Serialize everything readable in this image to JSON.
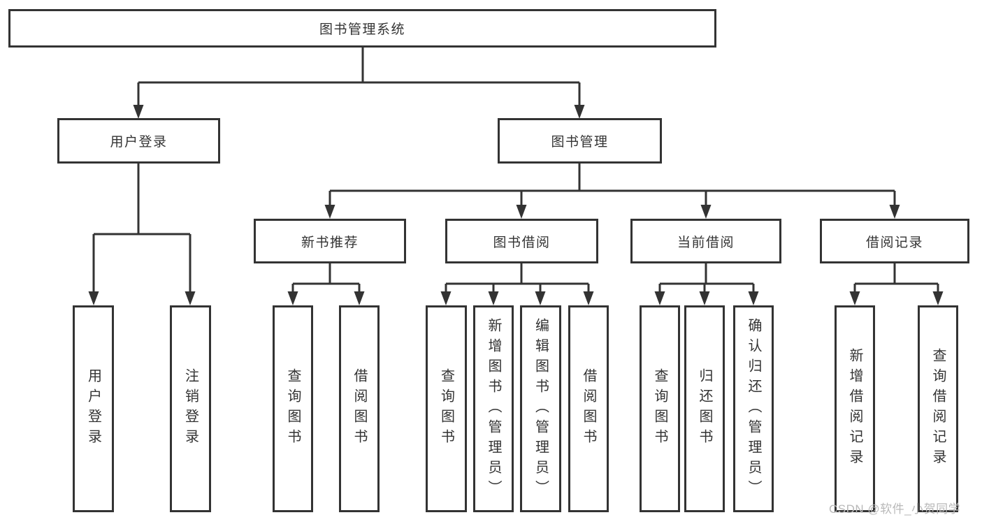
{
  "diagram": {
    "root": {
      "label": "图书管理系统",
      "children": [
        {
          "label": "用户登录",
          "children": [
            {
              "label": "用户登录"
            },
            {
              "label": "注销登录"
            }
          ]
        },
        {
          "label": "图书管理",
          "children": [
            {
              "label": "新书推荐",
              "children": [
                {
                  "label": "查询图书"
                },
                {
                  "label": "借阅图书"
                }
              ]
            },
            {
              "label": "图书借阅",
              "children": [
                {
                  "label": "查询图书"
                },
                {
                  "label": "新增图书（管理员）"
                },
                {
                  "label": "编辑图书（管理员）"
                },
                {
                  "label": "借阅图书"
                }
              ]
            },
            {
              "label": "当前借阅",
              "children": [
                {
                  "label": "查询图书"
                },
                {
                  "label": "归还图书"
                },
                {
                  "label": "确认归还（管理员）"
                }
              ]
            },
            {
              "label": "借阅记录",
              "children": [
                {
                  "label": "新增借阅记录"
                },
                {
                  "label": "查询借阅记录"
                }
              ]
            }
          ]
        }
      ]
    }
  },
  "watermark": {
    "text": "CSDN @软件_小贺同学"
  },
  "colors": {
    "line": "#333333",
    "text": "#333333",
    "canvas": "#ffffff",
    "watermark": "#b9b9b9"
  }
}
